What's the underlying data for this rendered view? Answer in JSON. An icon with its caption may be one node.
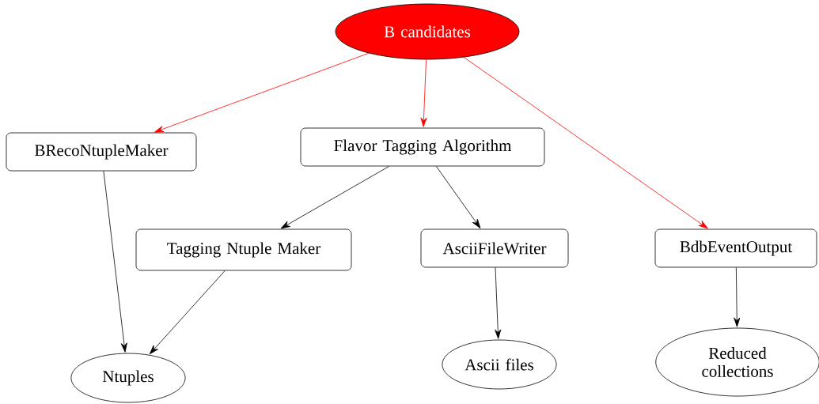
{
  "diagram": {
    "nodes": [
      {
        "text": [
          "B candidates"
        ]
      },
      {
        "text": [
          "BRecoNtupleMaker"
        ]
      },
      {
        "text": [
          "Flavor Tagging Algorithm"
        ]
      },
      {
        "text": [
          "Tagging Ntuple Maker"
        ]
      },
      {
        "text": [
          "AsciiFileWriter"
        ]
      },
      {
        "text": [
          "BdbEventOutput"
        ]
      },
      {
        "text": [
          "Ntuples"
        ]
      },
      {
        "text": [
          "Ascii files"
        ]
      },
      {
        "text": [
          "Reduced collections"
        ]
      }
    ],
    "edges": [
      {
        "from": 0,
        "to": 1,
        "arrow": "to",
        "color": "#ff0000"
      },
      {
        "from": 0,
        "to": 2,
        "arrow": "to",
        "color": "#ff0000"
      },
      {
        "from": 0,
        "to": 5,
        "arrow": "to",
        "color": "#ff0000"
      },
      {
        "from": 2,
        "to": 3,
        "arrow": "to"
      },
      {
        "from": 2,
        "to": 4,
        "arrow": "to"
      },
      {
        "from": 1,
        "to": 6,
        "arrow": "to"
      },
      {
        "from": 3,
        "to": 6,
        "arrow": "to"
      },
      {
        "from": 4,
        "to": 7,
        "arrow": "to"
      },
      {
        "from": 5,
        "to": 8,
        "arrow": "to"
      }
    ]
  }
}
